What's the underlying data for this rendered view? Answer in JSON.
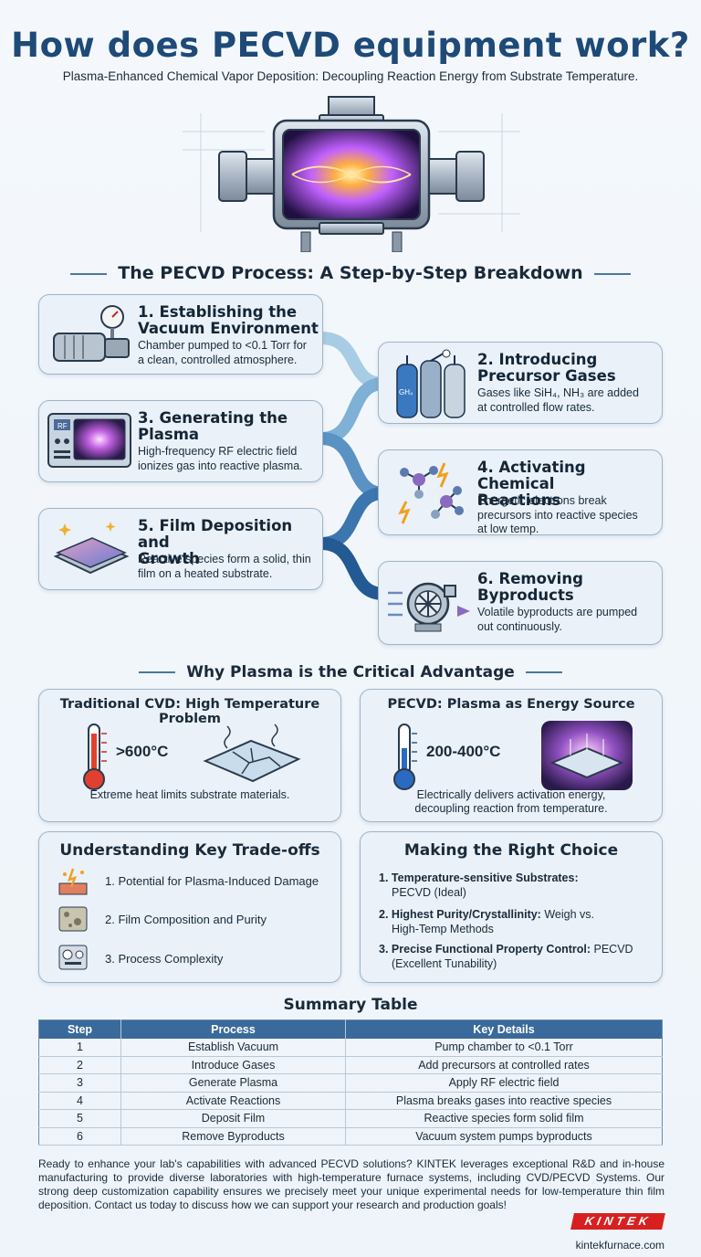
{
  "header": {
    "title": "How does PECVD equipment work?",
    "subtitle": "Plasma-Enhanced Chemical Vapor Deposition: Decoupling Reaction Energy from Substrate Temperature."
  },
  "process": {
    "section_title": "The PECVD Process: A Step-by-Step Breakdown",
    "steps": [
      {
        "title_l1": "1. Establishing the",
        "title_l2": "Vacuum Environment",
        "desc_l1": "Chamber pumped to <0.1 Torr for",
        "desc_l2": "a clean, controlled atmosphere.",
        "desc_l3": ""
      },
      {
        "title_l1": "2. Introducing",
        "title_l2": "Precursor Gases",
        "desc_l1": "Gases like SiH₄, NH₃ are added",
        "desc_l2": "at controlled flow rates.",
        "desc_l3": ""
      },
      {
        "title_l1": "3. Generating the",
        "title_l2": "Plasma",
        "desc_l1": "High-frequency RF electric field",
        "desc_l2": "ionizes gas into reactive plasma.",
        "desc_l3": ""
      },
      {
        "title_l1": "4. Activating Chemical",
        "title_l2": "Reactions",
        "desc_l1": "Energetic electrons break",
        "desc_l2": "precursors into reactive species",
        "desc_l3": "at low temp."
      },
      {
        "title_l1": "5. Film Deposition and",
        "title_l2": "Growth",
        "desc_l1": "Reactive species form a solid, thin",
        "desc_l2": "film on a heated substrate.",
        "desc_l3": ""
      },
      {
        "title_l1": "6. Removing",
        "title_l2": "Byproducts",
        "desc_l1": "Volatile byproducts are pumped",
        "desc_l2": "out continuously.",
        "desc_l3": ""
      }
    ],
    "rf_label": "RF",
    "gas_label": "GH₄"
  },
  "advantage": {
    "section_title": "Why Plasma is the Critical Advantage",
    "traditional": {
      "title": "Traditional CVD: High Temperature Problem",
      "temp": ">600°C",
      "desc": "Extreme heat limits substrate materials."
    },
    "pecvd": {
      "title": "PECVD: Plasma as Energy Source",
      "temp": "200-400°C",
      "desc_l1": "Electrically delivers activation energy,",
      "desc_l2": "decoupling reaction from temperature."
    }
  },
  "tradeoffs": {
    "title": "Understanding Key Trade-offs",
    "items": [
      "1. Potential for Plasma-Induced Damage",
      "2. Film Composition and Purity",
      "3. Process Complexity"
    ]
  },
  "choice": {
    "title": "Making the Right Choice",
    "items": [
      {
        "num": "1.",
        "bold": "Temperature-sensitive Substrates:",
        "rest_l1": "",
        "rest_l2": "PECVD (Ideal)"
      },
      {
        "num": "2.",
        "bold": "Highest Purity/Crystallinity:",
        "rest_l1": " Weigh vs.",
        "rest_l2": "High-Temp Methods"
      },
      {
        "num": "3.",
        "bold": "Precise Functional Property Control:",
        "rest_l1": " PECVD",
        "rest_l2": "(Excellent Tunability)"
      }
    ]
  },
  "summary": {
    "title": "Summary Table",
    "headers": [
      "Step",
      "Process",
      "Key Details"
    ],
    "rows": [
      [
        "1",
        "Establish Vacuum",
        "Pump chamber to <0.1 Torr"
      ],
      [
        "2",
        "Introduce Gases",
        "Add precursors at controlled rates"
      ],
      [
        "3",
        "Generate Plasma",
        "Apply RF electric field"
      ],
      [
        "4",
        "Activate Reactions",
        "Plasma breaks gases into reactive species"
      ],
      [
        "5",
        "Deposit Film",
        "Reactive species form solid film"
      ],
      [
        "6",
        "Remove Byproducts",
        "Vacuum system pumps byproducts"
      ]
    ]
  },
  "footer": {
    "text": "Ready to enhance your lab's capabilities with advanced PECVD solutions? KINTEK leverages exceptional R&D and in-house manufacturing to provide diverse laboratories with high-temperature furnace systems, including CVD/PECVD Systems. Our strong deep customization capability ensures we precisely meet your unique experimental needs for low-temperature thin film deposition. Contact us today to discuss how we can support your research and production goals!",
    "logo": "KINTEK",
    "url": "kintekfurnace.com"
  }
}
